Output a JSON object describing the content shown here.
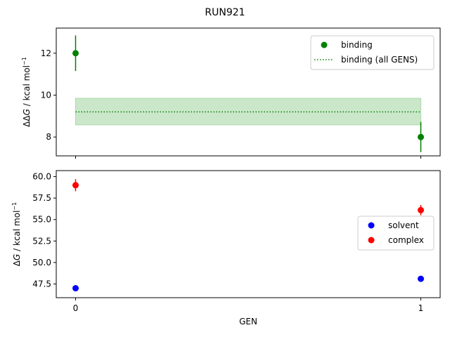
{
  "chart_data": {
    "title": "RUN921",
    "xlabel": "GEN",
    "x_ticks": [
      0,
      1
    ],
    "x_tick_labels": [
      "0",
      "1"
    ],
    "xlim": [
      -0.056,
      1.056
    ],
    "panels": [
      {
        "type": "scatter",
        "ylabel_prefix": "ΔΔ",
        "ylabel_var": "G",
        "ylabel_suffix": " / kcal mol",
        "ylabel_sup": "−1",
        "ylim": [
          7.1,
          13.2
        ],
        "y_ticks": [
          8,
          10,
          12
        ],
        "y_tick_labels": [
          "8",
          "10",
          "12"
        ],
        "legend_position": "top-right",
        "series": [
          {
            "name": "binding",
            "kind": "errorbar-points",
            "color": "#008000",
            "x": [
              0,
              1
            ],
            "y": [
              12.0,
              8.0
            ],
            "yerr": [
              0.85,
              0.72
            ]
          },
          {
            "name": "binding (all GENS)",
            "kind": "hline-band",
            "color": "#008000",
            "band_color": "#9fd39f",
            "y": 9.2,
            "band": [
              8.58,
              9.85
            ],
            "x_range": [
              0,
              1
            ]
          }
        ]
      },
      {
        "type": "scatter",
        "ylabel_prefix": "Δ",
        "ylabel_var": "G",
        "ylabel_suffix": " / kcal mol",
        "ylabel_sup": "−1",
        "ylim": [
          45.9,
          60.7
        ],
        "y_ticks": [
          47.5,
          50.0,
          52.5,
          55.0,
          57.5,
          60.0
        ],
        "y_tick_labels": [
          "47.5",
          "50.0",
          "52.5",
          "55.0",
          "57.5",
          "60.0"
        ],
        "legend_position": "center-right",
        "series": [
          {
            "name": "solvent",
            "kind": "errorbar-points",
            "color": "#0000ff",
            "x": [
              0,
              1
            ],
            "y": [
              47.0,
              48.1
            ],
            "yerr": [
              0.1,
              0.2
            ]
          },
          {
            "name": "complex",
            "kind": "errorbar-points",
            "color": "#ff0000",
            "x": [
              0,
              1
            ],
            "y": [
              59.0,
              56.1
            ],
            "yerr": [
              0.7,
              0.6
            ]
          }
        ]
      }
    ]
  }
}
